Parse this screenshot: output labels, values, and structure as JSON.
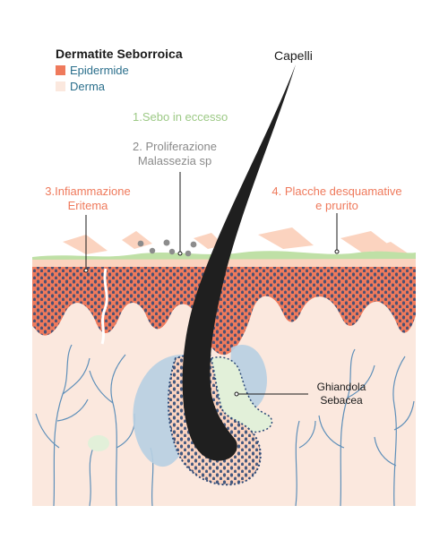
{
  "legend": {
    "title": "Dermatite Seborroica",
    "items": [
      {
        "label": "Epidermide",
        "color": "#ef7a5c"
      },
      {
        "label": "Derma",
        "color": "#fbe8de"
      }
    ]
  },
  "labels": {
    "hair": "Capelli",
    "step1": "1.Sebo in eccesso",
    "step2_line1": "2. Proliferazione",
    "step2_line2": "Malassezia sp",
    "step3_line1": "3.Infiammazione",
    "step3_line2": "Eritema",
    "step4_line1": "4. Placche desquamative",
    "step4_line2": "e prurito",
    "gland_line1": "Ghiandola",
    "gland_line2": "Sebacea"
  },
  "colors": {
    "epidermis": "#ef7a5c",
    "dermis": "#fbe8de",
    "sebum": "#bfe0a6",
    "cells": "#2d4a78",
    "scales": "#fbd3bf",
    "follicle_blue": "#b7cfe2",
    "gland_green": "#e2f0d9",
    "hair": "#1f1f1f",
    "vessels": "#4e86b5",
    "fungi": "#8c8c8c"
  }
}
